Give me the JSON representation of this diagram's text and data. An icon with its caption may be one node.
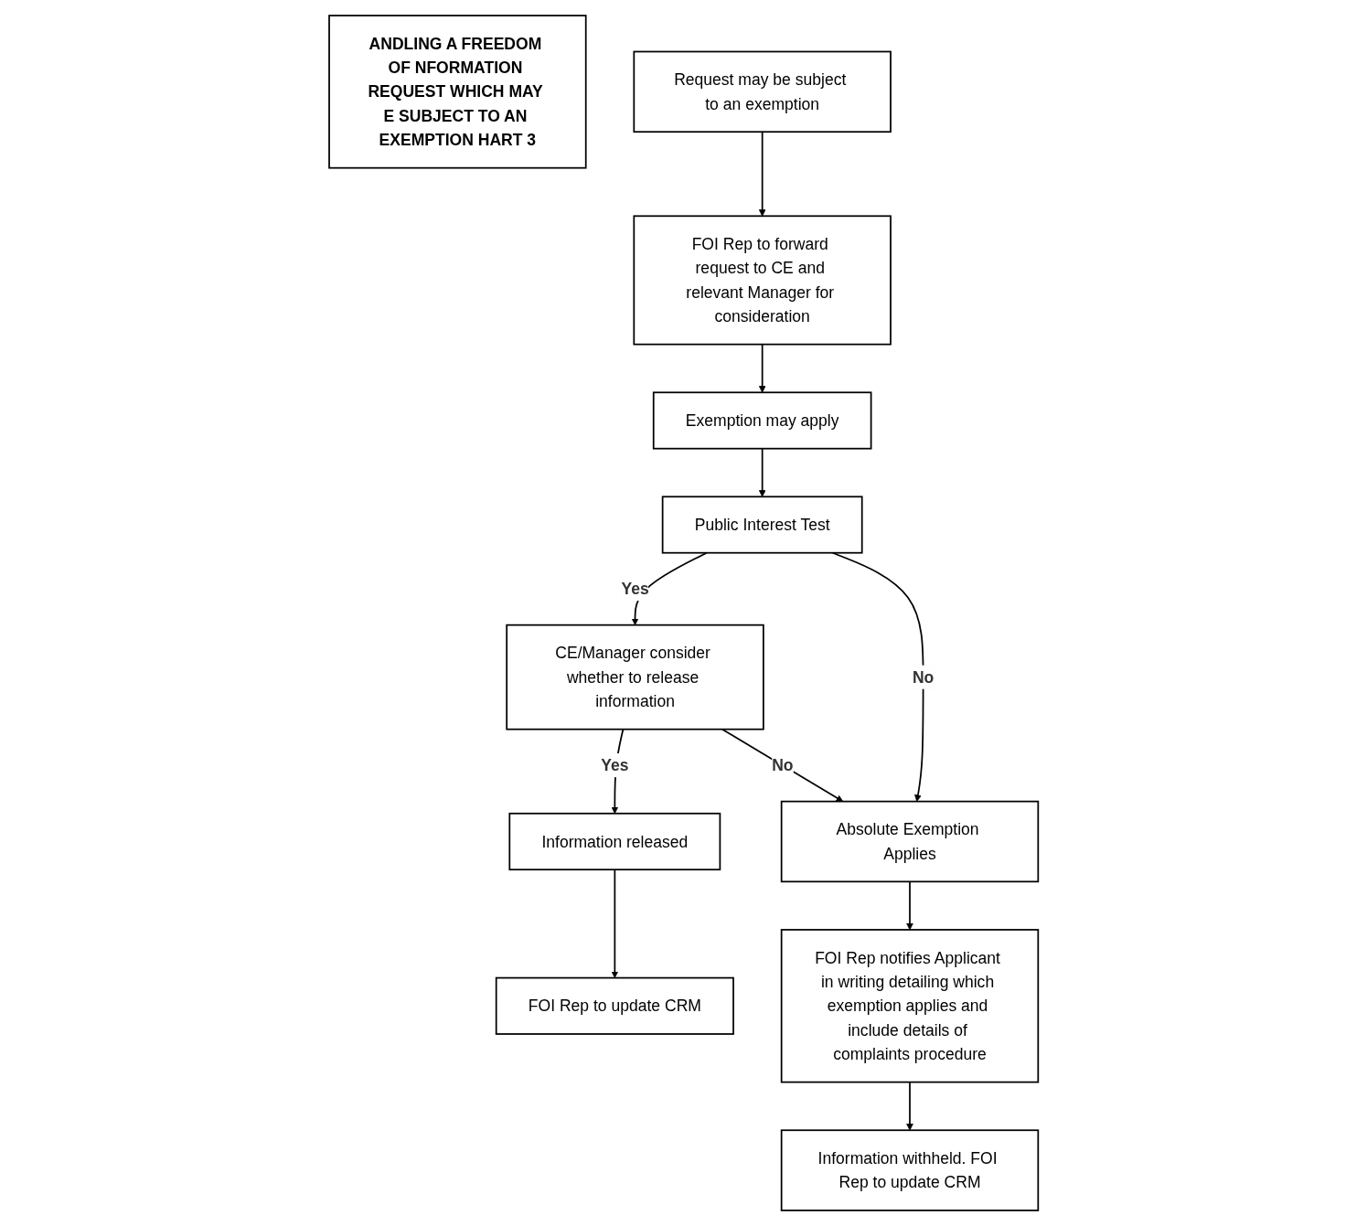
{
  "diagram": {
    "nodes": [
      {
        "text": [
          "ANDLING A FREEDOM OF NFORMATION REQUEST WHICH MAY E SUBJECT TO AN EXEMPTION HART 3"
        ]
      },
      {
        "text": [
          "Request may be subject to an exemption"
        ]
      },
      {
        "text": [
          "FOI Rep to forward request to CE and relevant Manager for consideration"
        ]
      },
      {
        "text": [
          "Exemption may apply"
        ]
      },
      {
        "text": [
          "Public Interest Test"
        ]
      },
      {
        "text": [
          "CE/Manager consider whether to release information"
        ]
      },
      {
        "text": [
          "Information released"
        ]
      },
      {
        "text": [
          "FOI Rep to update CRM"
        ]
      },
      {
        "text": [
          "Absolute Exemption Applies"
        ]
      },
      {
        "text": [
          "FOI Rep notifies Applicant in writing detailing which exemption applies and include details of complaints procedure"
        ]
      },
      {
        "text": [
          "Information withheld. FOI Rep to update CRM"
        ]
      }
    ],
    "edges": [
      {
        "from": 1,
        "to": 2,
        "arrow": "to"
      },
      {
        "from": 2,
        "to": 3,
        "arrow": "to"
      },
      {
        "from": 3,
        "to": 4,
        "arrow": "to"
      },
      {
        "from": 4,
        "to": 5,
        "label": "Yes",
        "arrow": "to"
      },
      {
        "from": 5,
        "to": 6,
        "label": "Yes",
        "arrow": "to"
      },
      {
        "from": 6,
        "to": 7,
        "arrow": "to"
      },
      {
        "from": 4,
        "to": 8,
        "label": "No",
        "arrow": "to"
      },
      {
        "from": 5,
        "to": 8,
        "label": "No",
        "arrow": "to"
      },
      {
        "from": 8,
        "to": 9,
        "arrow": "to"
      },
      {
        "from": 9,
        "to": 10,
        "arrow": "to"
      }
    ]
  }
}
